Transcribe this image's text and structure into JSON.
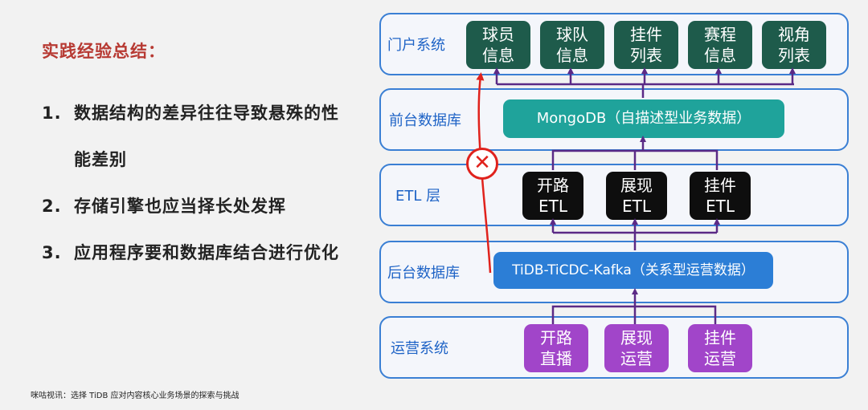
{
  "left": {
    "title": "实践经验总结：",
    "lessons": [
      {
        "num": "1.",
        "text": "数据结构的差异往往导致悬殊的性能差别"
      },
      {
        "num": "2.",
        "text": "存储引擎也应当择长处发挥"
      },
      {
        "num": "3.",
        "text": "应用程序要和数据库结合进行优化"
      }
    ],
    "footer": "咪咕视讯：选择 TiDB 应对内容核心业务场景的探索与挑战"
  },
  "diagram": {
    "colors": {
      "layer_border": "#3a7fd4",
      "label": "#1e63c6",
      "portal_box": "#1e5b4b",
      "mongo_box": "#1fa39b",
      "etl_box": "#0e0e0e",
      "tidb_box": "#2c7ed6",
      "ops_box": "#a145c9",
      "arrow": "#5b2a86",
      "blocked_path": "#e0221c"
    },
    "portal": {
      "label": "门户系统",
      "boxes": [
        "球员\n信息",
        "球队\n信息",
        "挂件\n列表",
        "赛程\n信息",
        "视角\n列表"
      ]
    },
    "frontend_db": {
      "label": "前台数据库",
      "box": "MongoDB（自描述型业务数据）"
    },
    "etl": {
      "label": "ETL 层",
      "boxes": [
        "开路\nETL",
        "展现\nETL",
        "挂件\nETL"
      ]
    },
    "backend_db": {
      "label": "后台数据库",
      "box": "TiDB-TiCDC-Kafka（关系型运营数据）"
    },
    "ops": {
      "label": "运营系统",
      "boxes": [
        "开路\n直播",
        "展现\n运营",
        "挂件\n运营"
      ]
    },
    "blocked_icon": "close-icon"
  }
}
